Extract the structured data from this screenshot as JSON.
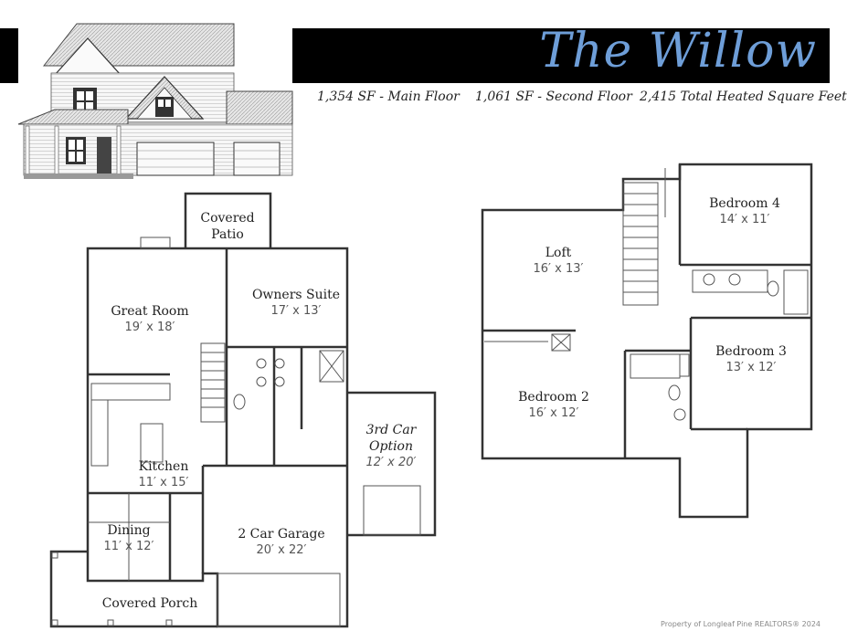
{
  "title": "The Willow",
  "stats": [
    "1,354 SF - Main Floor",
    "1,061 SF - Second Floor",
    "2,415 Total Heated Square Feet"
  ],
  "main_floor": {
    "rooms": [
      {
        "name": "Covered\nPatio",
        "dim": ""
      },
      {
        "name": "Great Room",
        "dim": "19′ x 18′"
      },
      {
        "name": "Owners Suite",
        "dim": "17′ x 13′"
      },
      {
        "name": "3rd Car\nOption",
        "dim": "12′ x 20′"
      },
      {
        "name": "Kitchen",
        "dim": "11′ x 15′"
      },
      {
        "name": "Dining",
        "dim": "11′ x 12′"
      },
      {
        "name": "2 Car Garage",
        "dim": "20′ x 22′"
      },
      {
        "name": "Covered Porch",
        "dim": ""
      }
    ]
  },
  "second_floor": {
    "rooms": [
      {
        "name": "Bedroom 4",
        "dim": "14′ x 11′"
      },
      {
        "name": "Loft",
        "dim": "16′ x 13′"
      },
      {
        "name": "Bedroom 3",
        "dim": "13′ x 12′"
      },
      {
        "name": "Bedroom 2",
        "dim": "16′ x 12′"
      }
    ]
  },
  "watermark": "Property of Longleaf Pine REALTORS® 2024"
}
